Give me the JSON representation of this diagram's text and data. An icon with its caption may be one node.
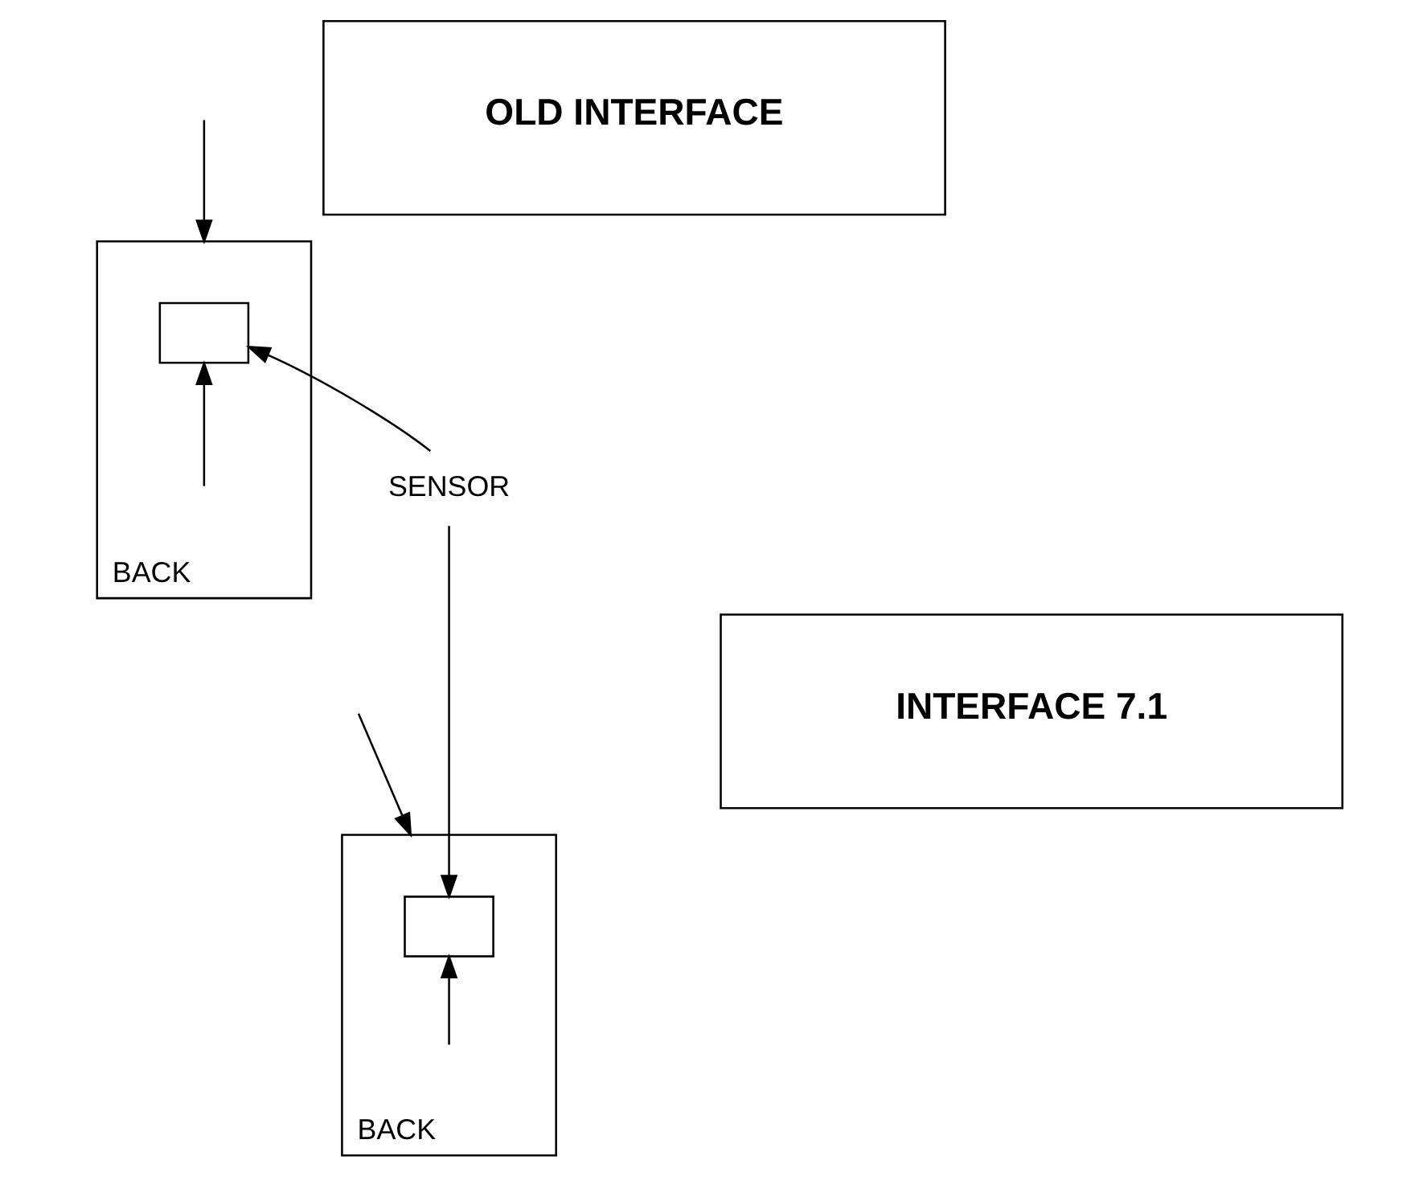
{
  "diagram": {
    "nodes": [
      {
        "text": [
          "BACK"
        ]
      },
      {
        "text": [],
        "shape": "box",
        "in": 0
      },
      {
        "text": [
          "OLD INTERFACE"
        ]
      },
      {
        "text": [
          "SENSOR"
        ]
      },
      {
        "text": [
          "BACK"
        ]
      },
      {
        "text": [],
        "shape": "box",
        "in": 4
      },
      {
        "text": [
          "INTERFACE 7.1"
        ]
      }
    ],
    "edges": [
      {
        "from": null,
        "to": 0,
        "arrow": "to"
      },
      {
        "from": null,
        "to": 1,
        "arrow": "to"
      },
      {
        "from": 3,
        "to": 1,
        "arrow": "to"
      },
      {
        "from": null,
        "to": 4,
        "arrow": "to"
      },
      {
        "from": null,
        "to": 5,
        "arrow": "to"
      },
      {
        "from": 3,
        "to": 5,
        "arrow": "to"
      }
    ]
  }
}
